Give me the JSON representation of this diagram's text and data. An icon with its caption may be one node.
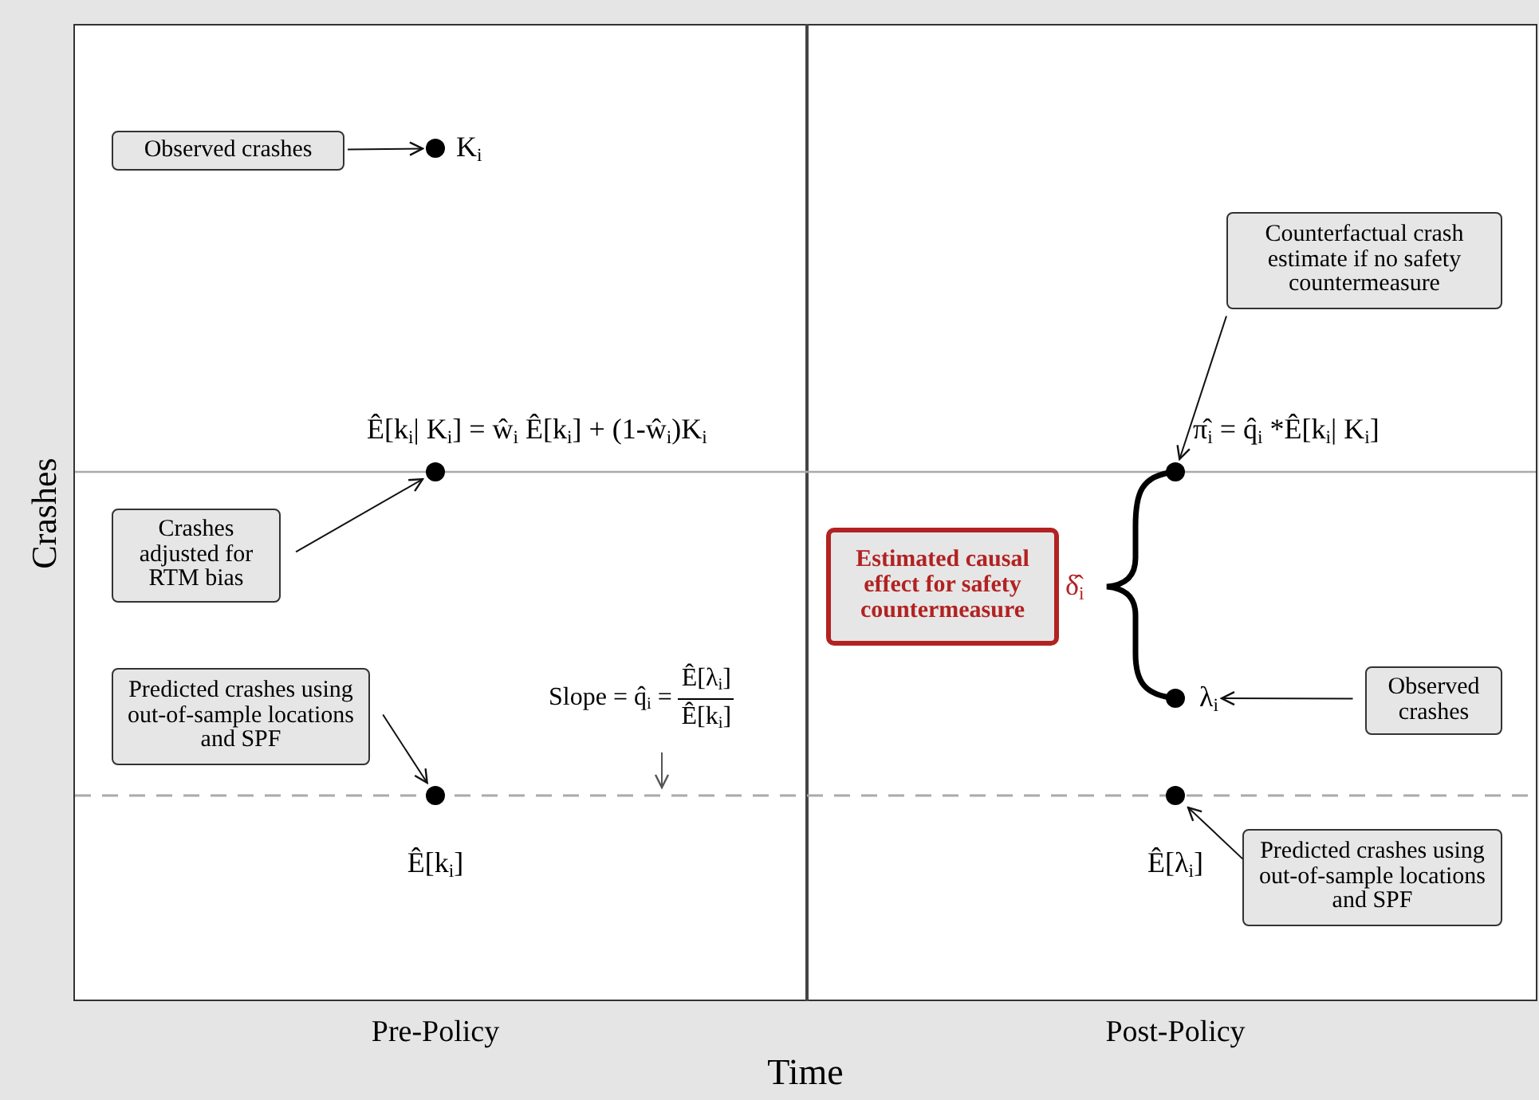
{
  "diagram": {
    "nodes": [
      {
        "text": [
          "Observed crashes"
        ]
      },
      {
        "text": [],
        "shape": "circle",
        "beside": [
          "K$_{i}$"
        ]
      },
      {
        "text": [
          "Crashes adjusted for RTM bias"
        ]
      },
      {
        "text": [],
        "shape": "circle",
        "beside": [
          "Ê[k$_{i}$| K$_{i}$] = ŵ$_{i}$ Ê[k$_{i}$] + (1-ŵ$_{i}$)K$_{i}$"
        ]
      },
      {
        "text": [
          "Predicted crashes using out-of-sample locations and SPF"
        ]
      },
      {
        "text": [],
        "shape": "circle",
        "beside": [
          "Ê[k$_{i}$]"
        ]
      },
      {
        "text": [
          "Slope = q̂$_{i}$ =",
          "Ê[λ$_{i}$]",
          "Ê[k$_{i}$]"
        ]
      },
      {
        "text": [
          "Counterfactual crash estimate if no safety countermeasure"
        ]
      },
      {
        "text": [],
        "shape": "circle",
        "beside": [
          "π̂$_{i}$ = q̂$_{i}$ *Ê[k$_{i}$| K$_{i}$]"
        ]
      },
      {
        "text": [
          "Estimated causal effect for safety countermeasure"
        ],
        "beside": [
          "δ̂$_{i}$"
        ]
      },
      {
        "text": [],
        "shape": "circle",
        "beside": [
          "λ$_{i}$"
        ]
      },
      {
        "text": [
          "Observed crashes"
        ]
      },
      {
        "text": [],
        "shape": "circle",
        "beside": [
          "Ê[λ$_{i}$]"
        ]
      },
      {
        "text": [
          "Predicted crashes using out-of-sample locations and SPF"
        ]
      }
    ],
    "edges": [
      {
        "from": 0,
        "to": 1,
        "arrow": "to"
      },
      {
        "from": 2,
        "to": 3,
        "arrow": "to"
      },
      {
        "from": 4,
        "to": 5,
        "arrow": "to"
      },
      {
        "from": 6,
        "to": null,
        "arrow": "to",
        "color": "#555555"
      },
      {
        "from": 7,
        "to": 8,
        "arrow": "to"
      },
      {
        "from": 11,
        "to": 10,
        "arrow": "to"
      },
      {
        "from": 13,
        "to": 12,
        "arrow": "to"
      }
    ],
    "labels": [
      "Crashes",
      "Pre-Policy",
      "Post-Policy",
      "Time"
    ]
  }
}
